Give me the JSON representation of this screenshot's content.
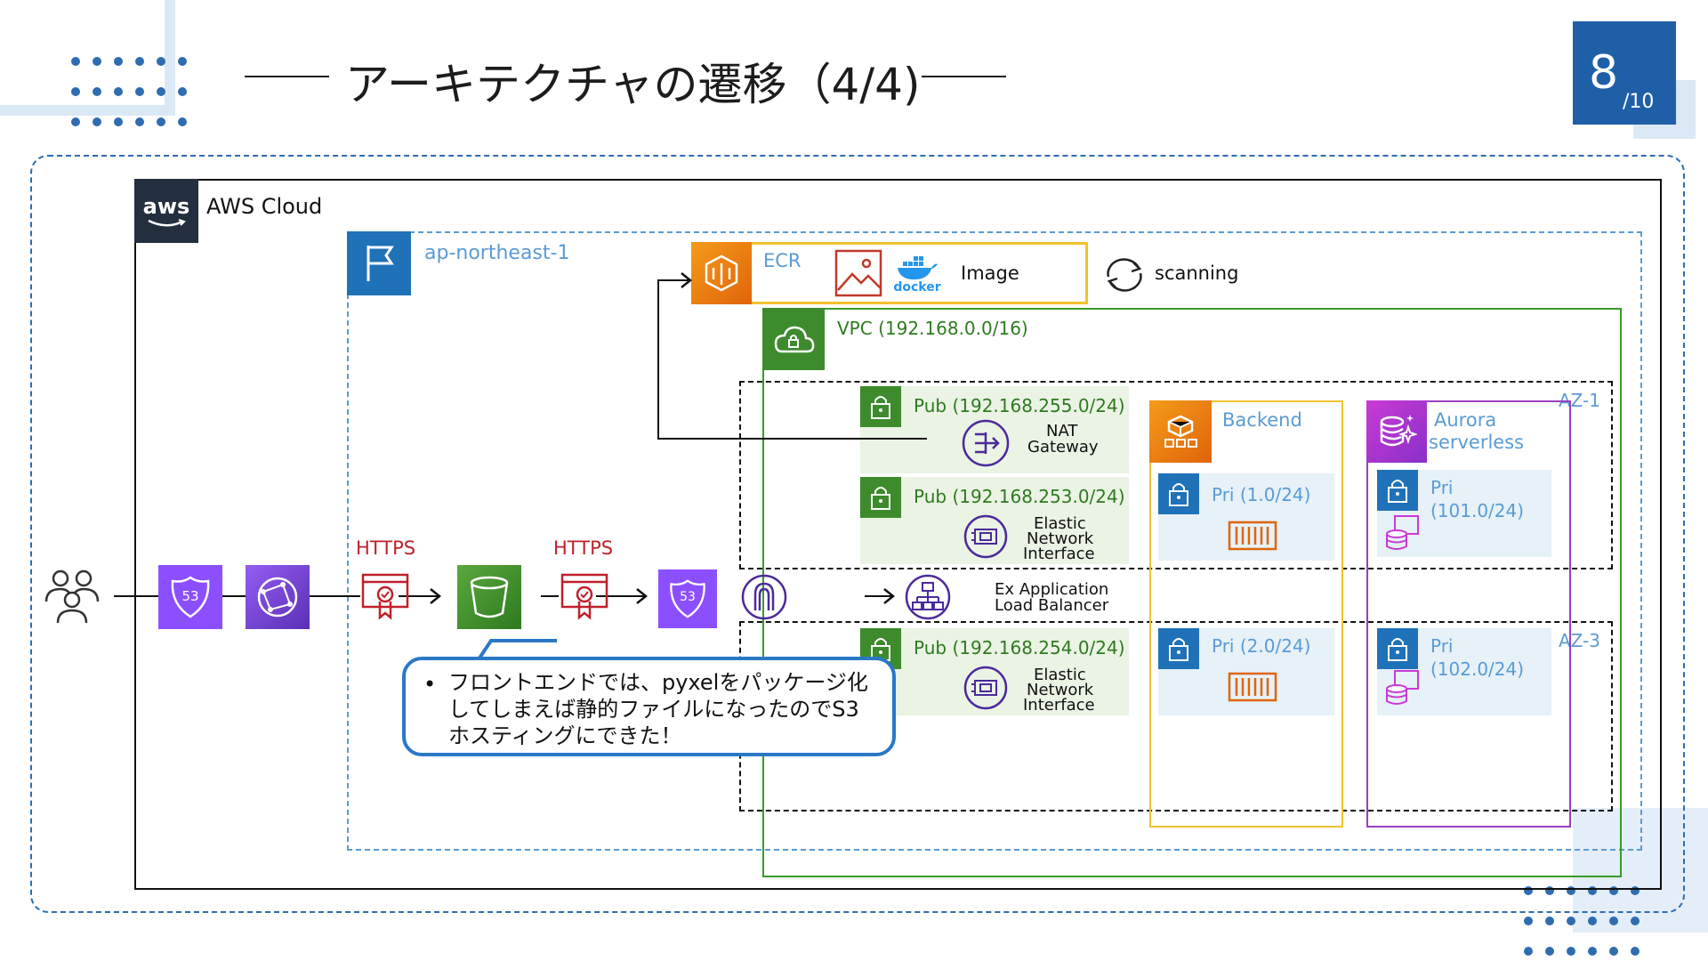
{
  "slide": {
    "title": "アーキテクチャの遷移（4/4)",
    "page_number": "8",
    "page_total": "/10"
  },
  "diagram": {
    "aws_cloud_label": "AWS Cloud",
    "aws_logo_text": "aws",
    "region_label": "ap-northeast-1",
    "ecr_label": "ECR",
    "image_label": "Image",
    "docker_text": "docker",
    "scanning_label": "scanning",
    "vpc_label": "VPC (192.168.0.0/16)",
    "az1_label": "AZ-1",
    "az3_label": "AZ-3",
    "pub255_label": "Pub (192.168.255.0/24)",
    "nat_label_line1": "NAT",
    "nat_label_line2": "Gateway",
    "pub253_label": "Pub (192.168.253.0/24)",
    "pub254_label": "Pub (192.168.254.0/24)",
    "eni_line1": "Elastic",
    "eni_line2": "Network",
    "eni_line3": "Interface",
    "alb_line1": "Ex Application",
    "alb_line2": "Load Balancer",
    "backend_label": "Backend",
    "pri1_label": "Pri (1.0/24)",
    "pri2_label": "Pri (2.0/24)",
    "aurora_line1": "Aurora",
    "aurora_line2": "serverless",
    "pri101_line1": "Pri",
    "pri101_line2": "(101.0/24)",
    "pri102_line1": "Pri",
    "pri102_line2": "(102.0/24)",
    "https_label_1": "HTTPS",
    "https_label_2": "HTTPS",
    "r53_text": "53"
  },
  "callout": {
    "bullet": "•",
    "line1": "フロントエンドでは、pyxelをパッケージ化",
    "line2": "してしまえば静的ファイルになったのでS3",
    "line3": "ホスティングにできた！"
  },
  "colors": {
    "accent_blue": "#1f5fa8",
    "region_blue": "#5a9bd4",
    "vpc_green": "#3a9a2a",
    "backend_yellow": "#f2c12e",
    "aurora_purple": "#9b3fbf",
    "https_red": "#c0202b",
    "r53_purple": "#8c4fff",
    "ecr_orange": "#f0820a",
    "s3_green": "#3d8b2d"
  }
}
